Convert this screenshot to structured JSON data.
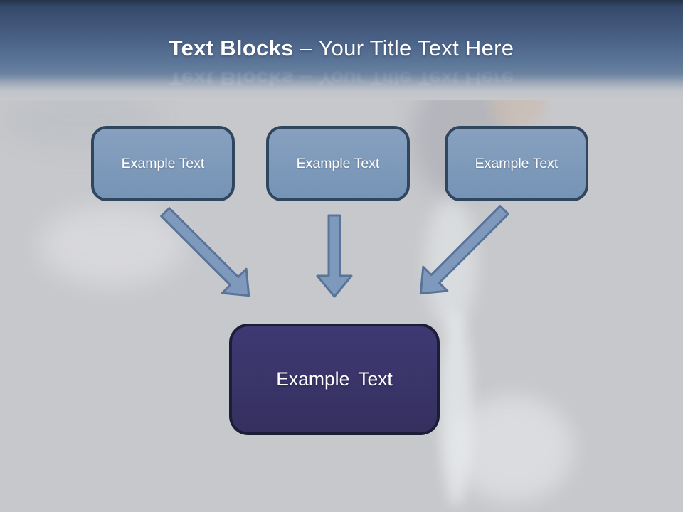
{
  "title": {
    "emphasis": "Text Blocks",
    "rest": " – Your Title Text Here"
  },
  "blocks": {
    "top": [
      {
        "label": "Example Text"
      },
      {
        "label": "Example Text"
      },
      {
        "label": "Example Text"
      }
    ],
    "result": {
      "label": "Example Text"
    }
  },
  "icons": {
    "arrow_left": "arrow-down-right-icon",
    "arrow_mid": "arrow-down-icon",
    "arrow_right": "arrow-down-left-icon"
  },
  "colors": {
    "canvas_bg": "#c7c8cb",
    "header_top": "#243349",
    "header_mid": "#5b7698",
    "box_fill": "#7e9aba",
    "box_border": "#30455e",
    "result_fill": "#393467",
    "result_border": "#1c1e38",
    "arrow_fill": "#7e99bb",
    "arrow_border": "#587499",
    "title_text": "#ffffff",
    "box_text": "#ffffff"
  }
}
